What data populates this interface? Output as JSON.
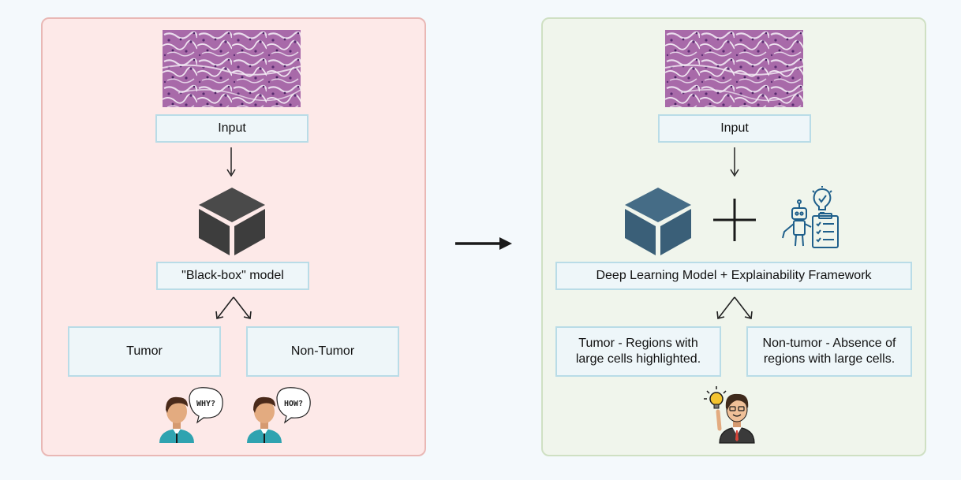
{
  "left_panel": {
    "input_label": "Input",
    "model_label": "\"Black-box\" model",
    "output_a": "Tumor",
    "output_b": "Non-Tumor",
    "bubble_a": "WHY?",
    "bubble_b": "HOW?"
  },
  "right_panel": {
    "input_label": "Input",
    "model_label": "Deep Learning Model + Explainability Framework",
    "output_a_line1": "Tumor - Regions with",
    "output_a_line2": "large cells highlighted.",
    "output_b_line1": "Non-tumor - Absence of",
    "output_b_line2": "regions with large cells."
  },
  "colors": {
    "left_panel_bg": "#fde9e8",
    "right_panel_bg": "#f0f5ec",
    "black_box_cube": "#3d3d3d",
    "dl_cube": "#3a5f78",
    "box_border": "#b9dce7"
  },
  "icons": [
    "tissue-histology-image",
    "cube-icon",
    "plus-icon",
    "robot-checklist-icon",
    "person-icon",
    "lightbulb-icon",
    "arrow-icon"
  ]
}
